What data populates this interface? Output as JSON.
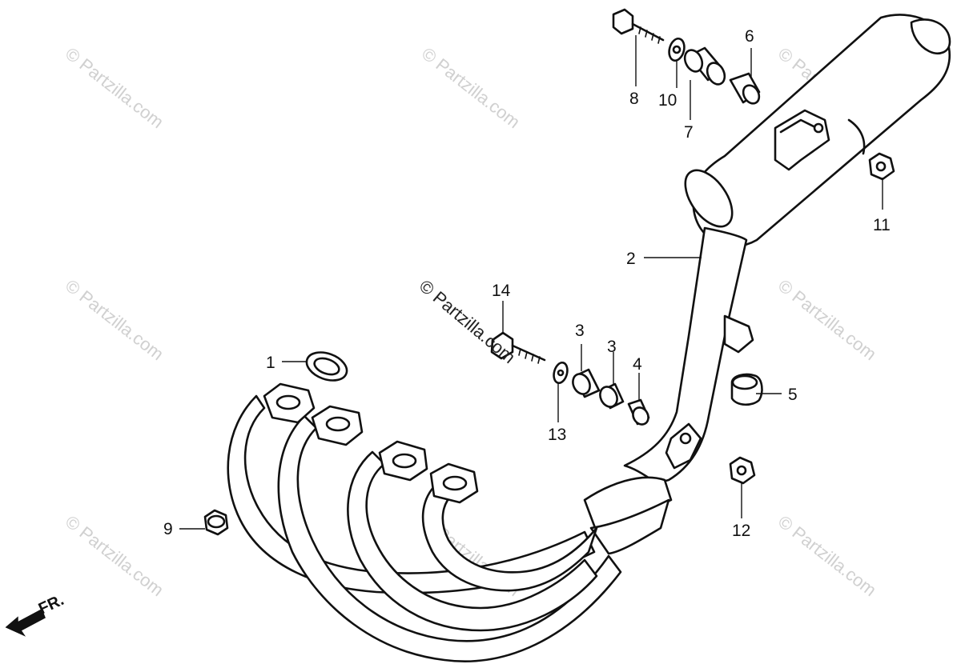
{
  "watermark": "© Partzilla.com",
  "direction_label": "FR.",
  "callouts": [
    "1",
    "2",
    "3",
    "3",
    "4",
    "5",
    "6",
    "7",
    "8",
    "9",
    "10",
    "11",
    "12",
    "13",
    "14"
  ],
  "colors": {
    "ink": "#111111",
    "watermark": "#d0d0d0",
    "background": "#ffffff"
  }
}
